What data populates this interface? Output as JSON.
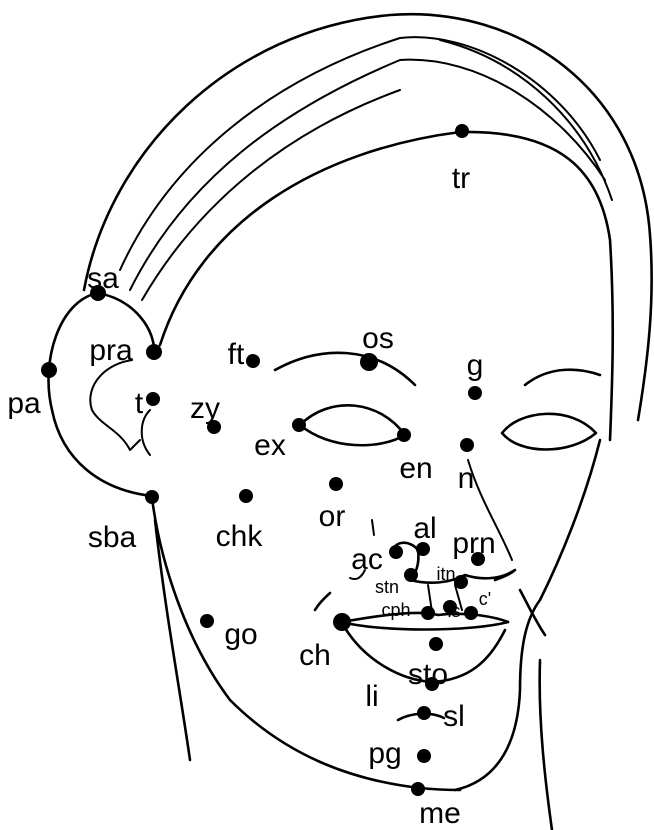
{
  "landmarks": [
    {
      "id": "tr",
      "label": "tr"
    },
    {
      "id": "sa",
      "label": "sa"
    },
    {
      "id": "pra",
      "label": "pra"
    },
    {
      "id": "pa",
      "label": "pa"
    },
    {
      "id": "t",
      "label": "t"
    },
    {
      "id": "sba",
      "label": "sba"
    },
    {
      "id": "ft",
      "label": "ft"
    },
    {
      "id": "os",
      "label": "os"
    },
    {
      "id": "g",
      "label": "g"
    },
    {
      "id": "zy",
      "label": "zy"
    },
    {
      "id": "ex",
      "label": "ex"
    },
    {
      "id": "en",
      "label": "en"
    },
    {
      "id": "n",
      "label": "n"
    },
    {
      "id": "or",
      "label": "or"
    },
    {
      "id": "chk",
      "label": "chk"
    },
    {
      "id": "al",
      "label": "al"
    },
    {
      "id": "prn",
      "label": "prn"
    },
    {
      "id": "ac",
      "label": "ac"
    },
    {
      "id": "stn",
      "label": "stn"
    },
    {
      "id": "itn",
      "label": "itn"
    },
    {
      "id": "cph",
      "label": "cph"
    },
    {
      "id": "ls",
      "label": "ls"
    },
    {
      "id": "c",
      "label": "c'"
    },
    {
      "id": "go",
      "label": "go"
    },
    {
      "id": "ch",
      "label": "ch"
    },
    {
      "id": "sto",
      "label": "sto"
    },
    {
      "id": "li",
      "label": "li"
    },
    {
      "id": "sl",
      "label": "sl"
    },
    {
      "id": "pg",
      "label": "pg"
    },
    {
      "id": "me",
      "label": "me"
    }
  ]
}
